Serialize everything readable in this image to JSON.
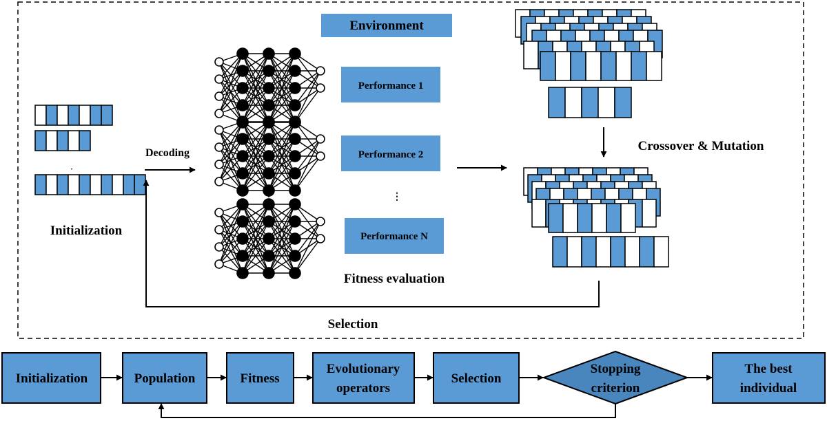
{
  "top_panel": {
    "environment": "Environment",
    "decoding": "Decoding",
    "initialization": "Initialization",
    "performances": [
      "Performance 1",
      "Performance 2",
      "Performance N"
    ],
    "fitness_evaluation": "Fitness evaluation",
    "crossover_mutation": "Crossover & Mutation",
    "selection": "Selection"
  },
  "flow": {
    "steps": [
      "Initialization",
      "Population",
      "Fitness"
    ],
    "evolutionary_line1": "Evolutionary",
    "evolutionary_line2": "operators",
    "selection": "Selection",
    "stopping_line1": "Stopping",
    "stopping_line2": "criterion",
    "best_line1": "The best",
    "best_line2": "individual"
  },
  "colors": {
    "accent": "#5b9bd5",
    "diamond": "#4a86be",
    "stroke": "#000000"
  },
  "chromosomes": [
    [
      "w",
      "b",
      "w",
      "b",
      "w",
      "b",
      "b"
    ],
    [
      "b",
      "w",
      "b",
      "w",
      "b"
    ],
    [
      "b",
      "w",
      "b",
      "w",
      "b",
      "w",
      "b",
      "w",
      "b",
      "b"
    ]
  ]
}
